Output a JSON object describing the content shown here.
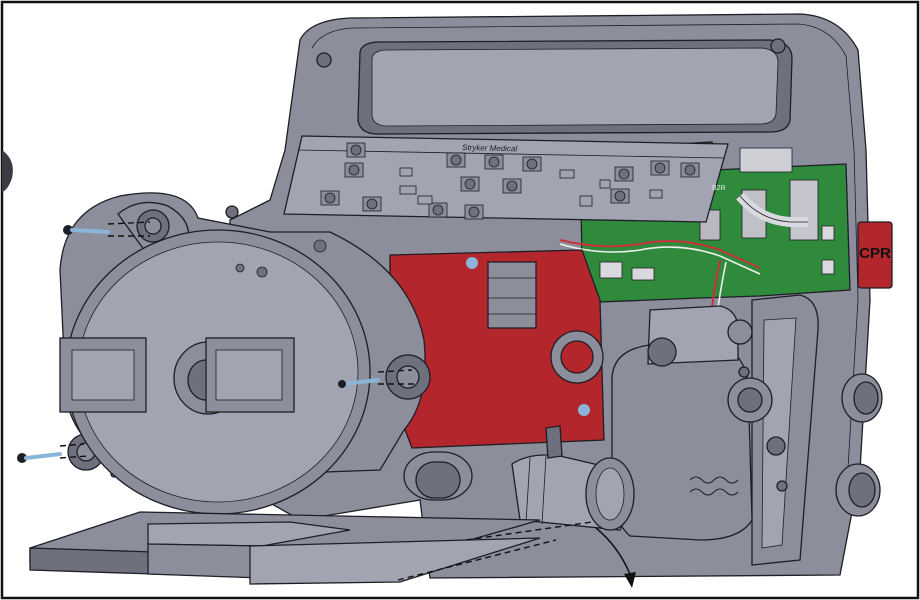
{
  "colors": {
    "housing": "#8d8e9c",
    "housing_light": "#a3a4b2",
    "housing_dark": "#6f707d",
    "pcb_red": "#b3262c",
    "pcb_green": "#2f8a3c",
    "screw": "#8ab4d8",
    "line": "#1e1e26",
    "border": "#111111"
  },
  "labels": {
    "keypad_silkscreen": "Stryker Medical",
    "cpr_button": "CPR",
    "board_marking": "B2R"
  },
  "icons": {
    "exit_arrow": "arrow-down-icon"
  }
}
